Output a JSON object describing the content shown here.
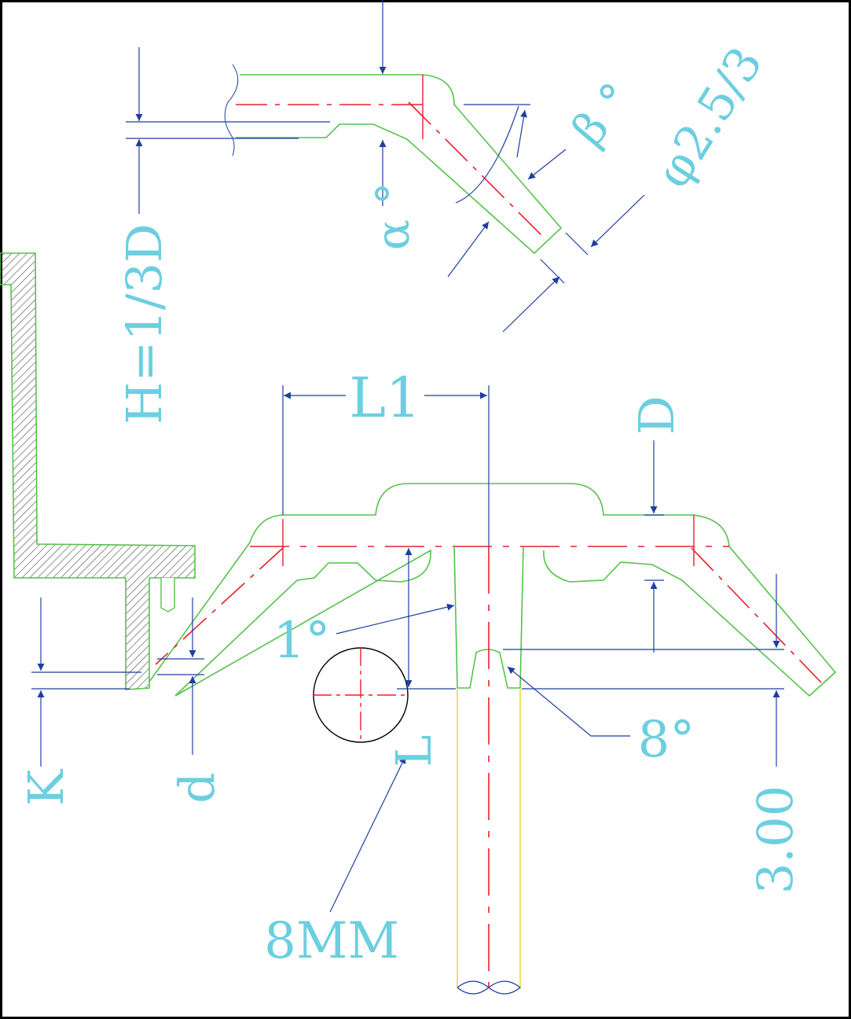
{
  "labels": {
    "h_formula": "H=1/3D",
    "alpha": "α °",
    "beta": "β °",
    "phi": "φ2.5/3",
    "l1": "L1",
    "d_upper": "D",
    "one_deg": "1°",
    "eight_deg": "8°",
    "l_lower": "L",
    "k": "K",
    "d_lower": "d",
    "three": "3.00",
    "eight_mm": "8MM"
  },
  "colors": {
    "outline_green": "#55c24a",
    "centerline_red": "#e8202a",
    "dimension_blue": "#1f3fa0",
    "label_cyan": "#6ccfe0",
    "runner_yellow": "#e2dc3c",
    "hatch_gray": "#555555"
  }
}
